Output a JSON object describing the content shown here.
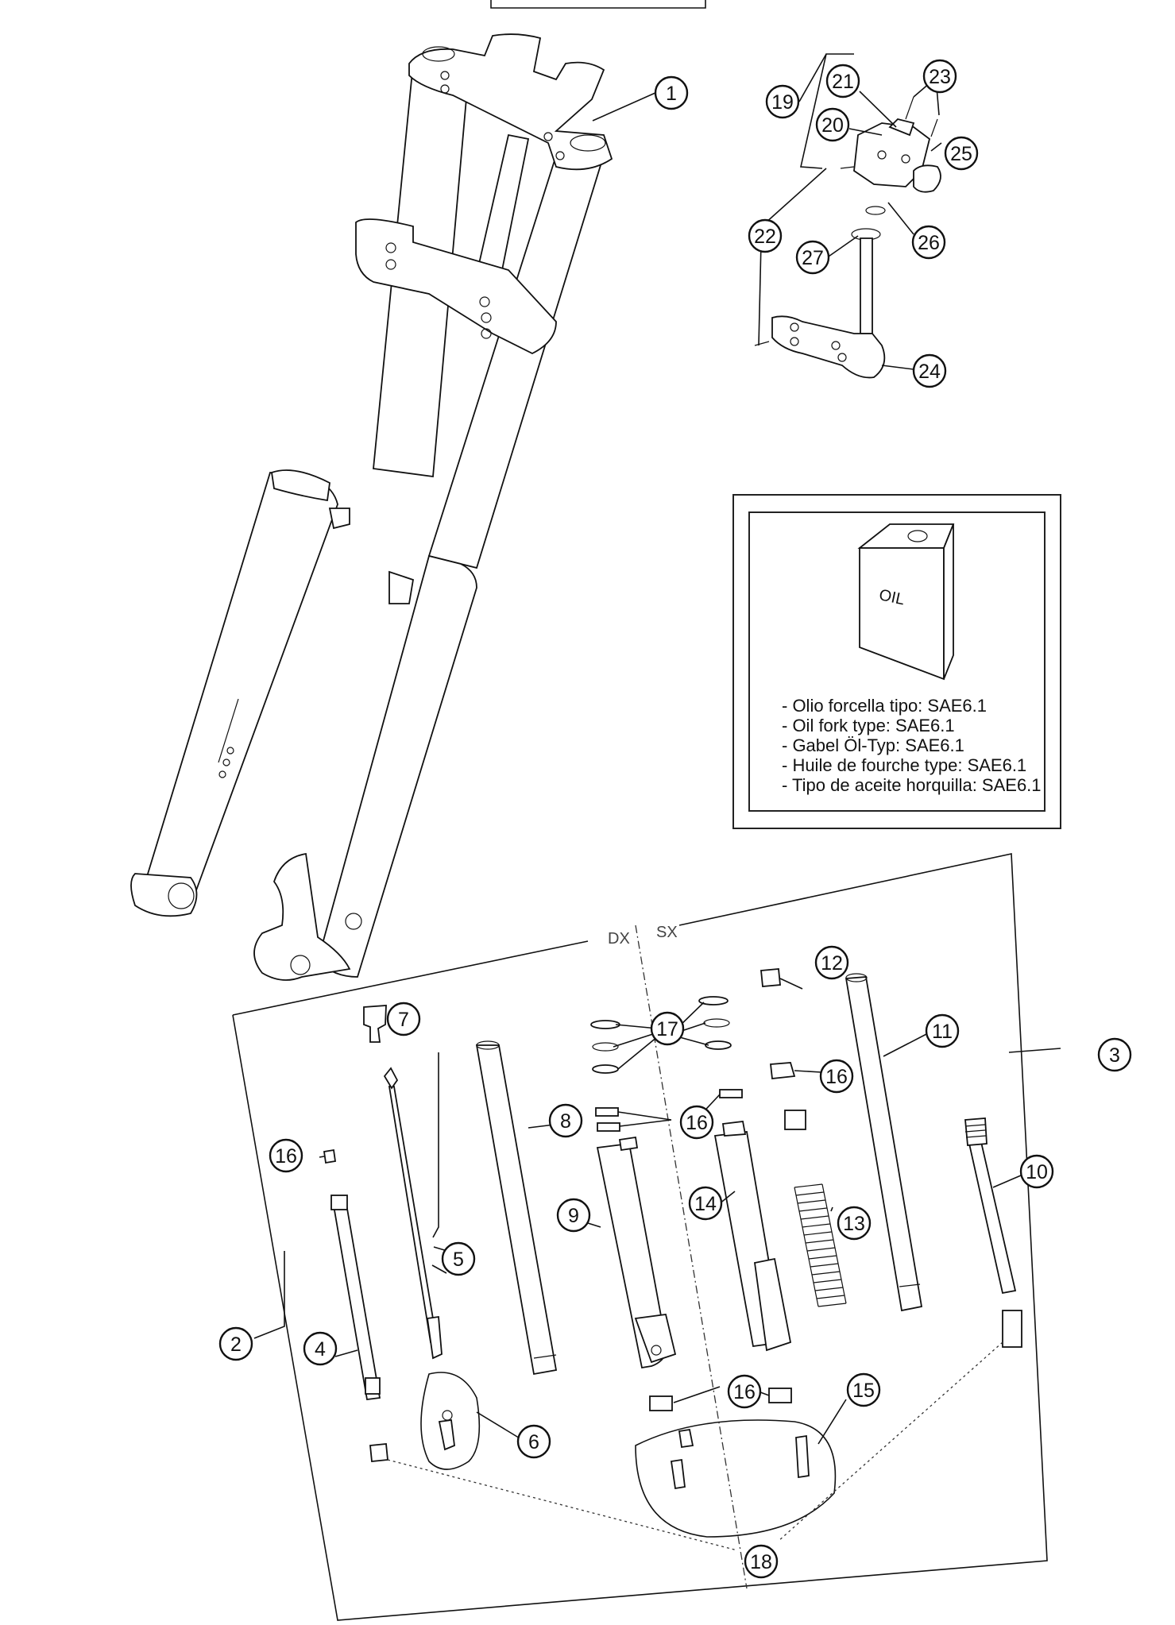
{
  "oil_note": {
    "can_label": "OIL",
    "lines": [
      "- Olio forcella tipo: SAE6.1",
      "- Oil fork type: SAE6.1",
      "- Gabel Öl-Typ: SAE6.1",
      "- Huile de fourche type: SAE6.1",
      "- Tipo de aceite horquilla: SAE6.1"
    ]
  },
  "side_labels": {
    "right": "DX",
    "left": "SX"
  },
  "callouts": {
    "c1": "1",
    "c2": "2",
    "c3": "3",
    "c4": "4",
    "c5": "5",
    "c6": "6",
    "c7": "7",
    "c8": "8",
    "c9": "9",
    "c10": "10",
    "c11": "11",
    "c12": "12",
    "c13": "13",
    "c14": "14",
    "c15": "15",
    "c16a": "16",
    "c16b": "16",
    "c16c": "16",
    "c16d": "16",
    "c17": "17",
    "c18": "18",
    "c19": "19",
    "c20": "20",
    "c21": "21",
    "c22": "22",
    "c23": "23",
    "c24": "24",
    "c25": "25",
    "c26": "26",
    "c27": "27"
  }
}
